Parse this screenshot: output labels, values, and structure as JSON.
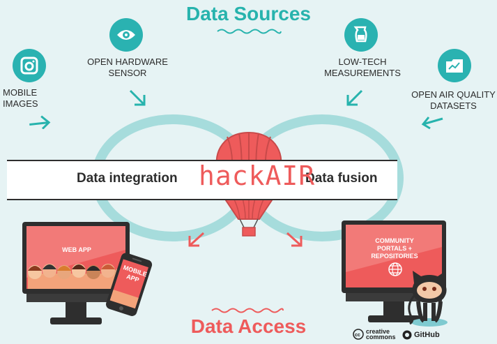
{
  "header": {
    "title": "Data Sources"
  },
  "footer": {
    "title": "Data Access"
  },
  "sources": {
    "mobile_images": {
      "line1": "MOBILE",
      "line2": "IMAGES",
      "icon": "camera-icon"
    },
    "open_hardware_sensor": {
      "line1": "OPEN HARDWARE",
      "line2": "SENSOR",
      "icon": "eye-icon"
    },
    "low_tech": {
      "line1": "LOW-TECH",
      "line2": "MEASUREMENTS",
      "icon": "jar-icon"
    },
    "open_air_quality": {
      "line1": "OPEN AIR QUALITY",
      "line2": "DATASETS",
      "icon": "folder-chart-icon"
    }
  },
  "band": {
    "left_label": "Data integration",
    "center_logo": "hackAIR",
    "right_label": "Data fusion"
  },
  "outputs": {
    "web_app": "WEB APP",
    "mobile_app_line1": "MOBILE",
    "mobile_app_line2": "APP",
    "community_line1": "COMMUNITY",
    "community_line2": "PORTALS +",
    "community_line3": "REPOSITORIES"
  },
  "logos": {
    "cc_line1": "creative",
    "cc_line2": "commons",
    "github": "GitHub"
  },
  "colors": {
    "teal": "#2ab2b1",
    "coral": "#ee5b5b",
    "background": "#e6f3f4",
    "dark": "#2e2e2e"
  }
}
